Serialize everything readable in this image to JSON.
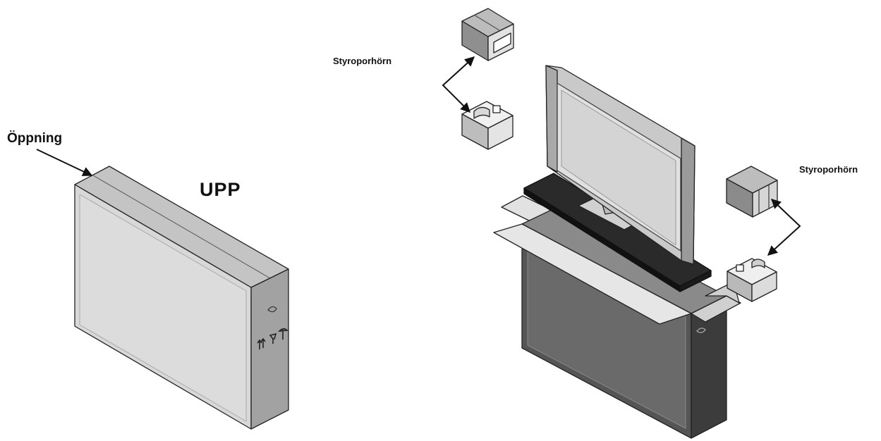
{
  "labels": {
    "opening": "Öppning",
    "up": "UPP",
    "styrofoam_top": "Styroporhörn",
    "styrofoam_right": "Styroporhörn"
  },
  "icons": [
    "closed-carton-box",
    "open-carton-box",
    "flat-panel-tv",
    "styrofoam-corner-block",
    "handle-hole-icon",
    "this-way-up-icon",
    "fragile-glass-icon",
    "keep-dry-icon"
  ],
  "colors": {
    "line": "#111111",
    "box_face": "#d7d7d7",
    "box_top": "#c2c2c2",
    "box_side": "#9e9e9e",
    "dark_box": "#5c5c5c",
    "foam": "#d9d9d9"
  }
}
